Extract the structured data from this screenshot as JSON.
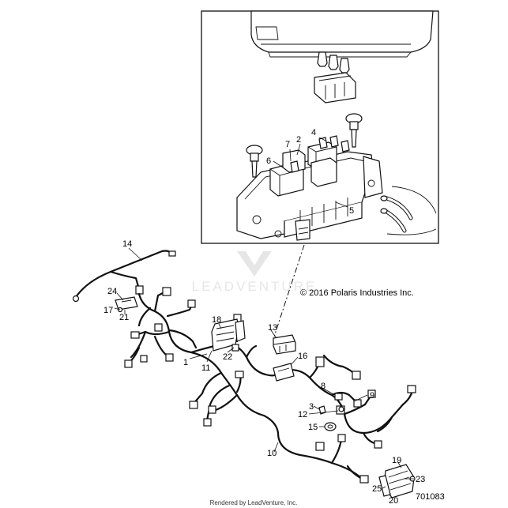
{
  "copyright": "© 2016 Polaris Industries Inc.",
  "diagram_number": "701083",
  "footer": "Rendered by LeadVenture, Inc.",
  "watermark": "LEADVENTURE",
  "callouts": {
    "c1": "1",
    "c2": "2",
    "c3": "3",
    "c4": "4",
    "c5": "5",
    "c6": "6",
    "c7": "7",
    "c8": "8",
    "c9": "9",
    "c10": "10",
    "c11": "11",
    "c12": "12",
    "c13": "13",
    "c14": "14",
    "c15": "15",
    "c16": "16",
    "c17": "17",
    "c18": "18",
    "c19": "19",
    "c20": "20",
    "c21": "21",
    "c22": "22",
    "c23": "23",
    "c24": "24",
    "c25": "25"
  }
}
